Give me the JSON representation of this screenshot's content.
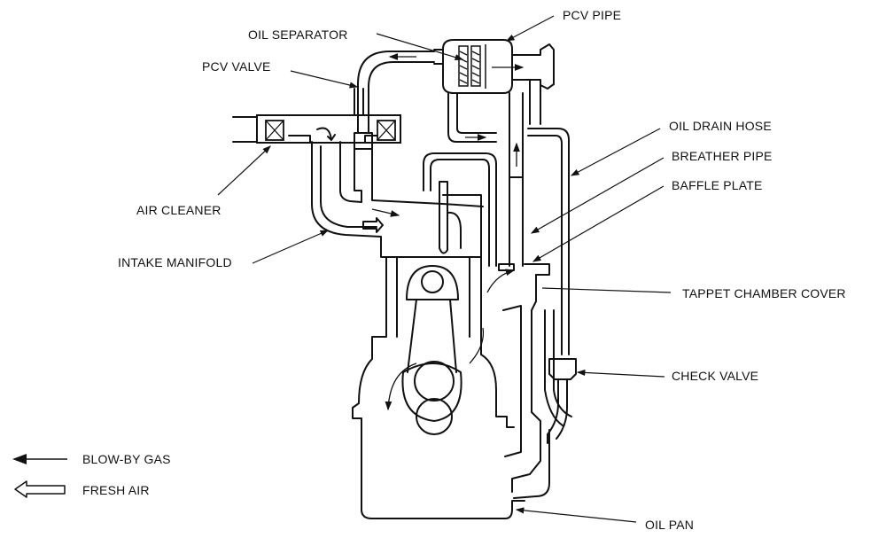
{
  "diagram": {
    "title": "PCV system diagram",
    "labels": {
      "pcv_pipe": "PCV PIPE",
      "oil_separator": "OIL SEPARATOR",
      "pcv_valve": "PCV VALVE",
      "air_cleaner": "AIR CLEANER",
      "intake_manifold": "INTAKE MANIFOLD",
      "oil_drain_hose": "OIL DRAIN HOSE",
      "breather_pipe": "BREATHER PIPE",
      "baffle_plate": "BAFFLE PLATE",
      "tappet_chamber_cover": "TAPPET CHAMBER COVER",
      "check_valve": "CHECK VALVE",
      "oil_pan": "OIL PAN"
    },
    "legend": [
      {
        "icon": "solid-arrow-left-icon",
        "label": "BLOW-BY GAS"
      },
      {
        "icon": "hollow-arrow-left-icon",
        "label": "FRESH AIR"
      }
    ]
  }
}
